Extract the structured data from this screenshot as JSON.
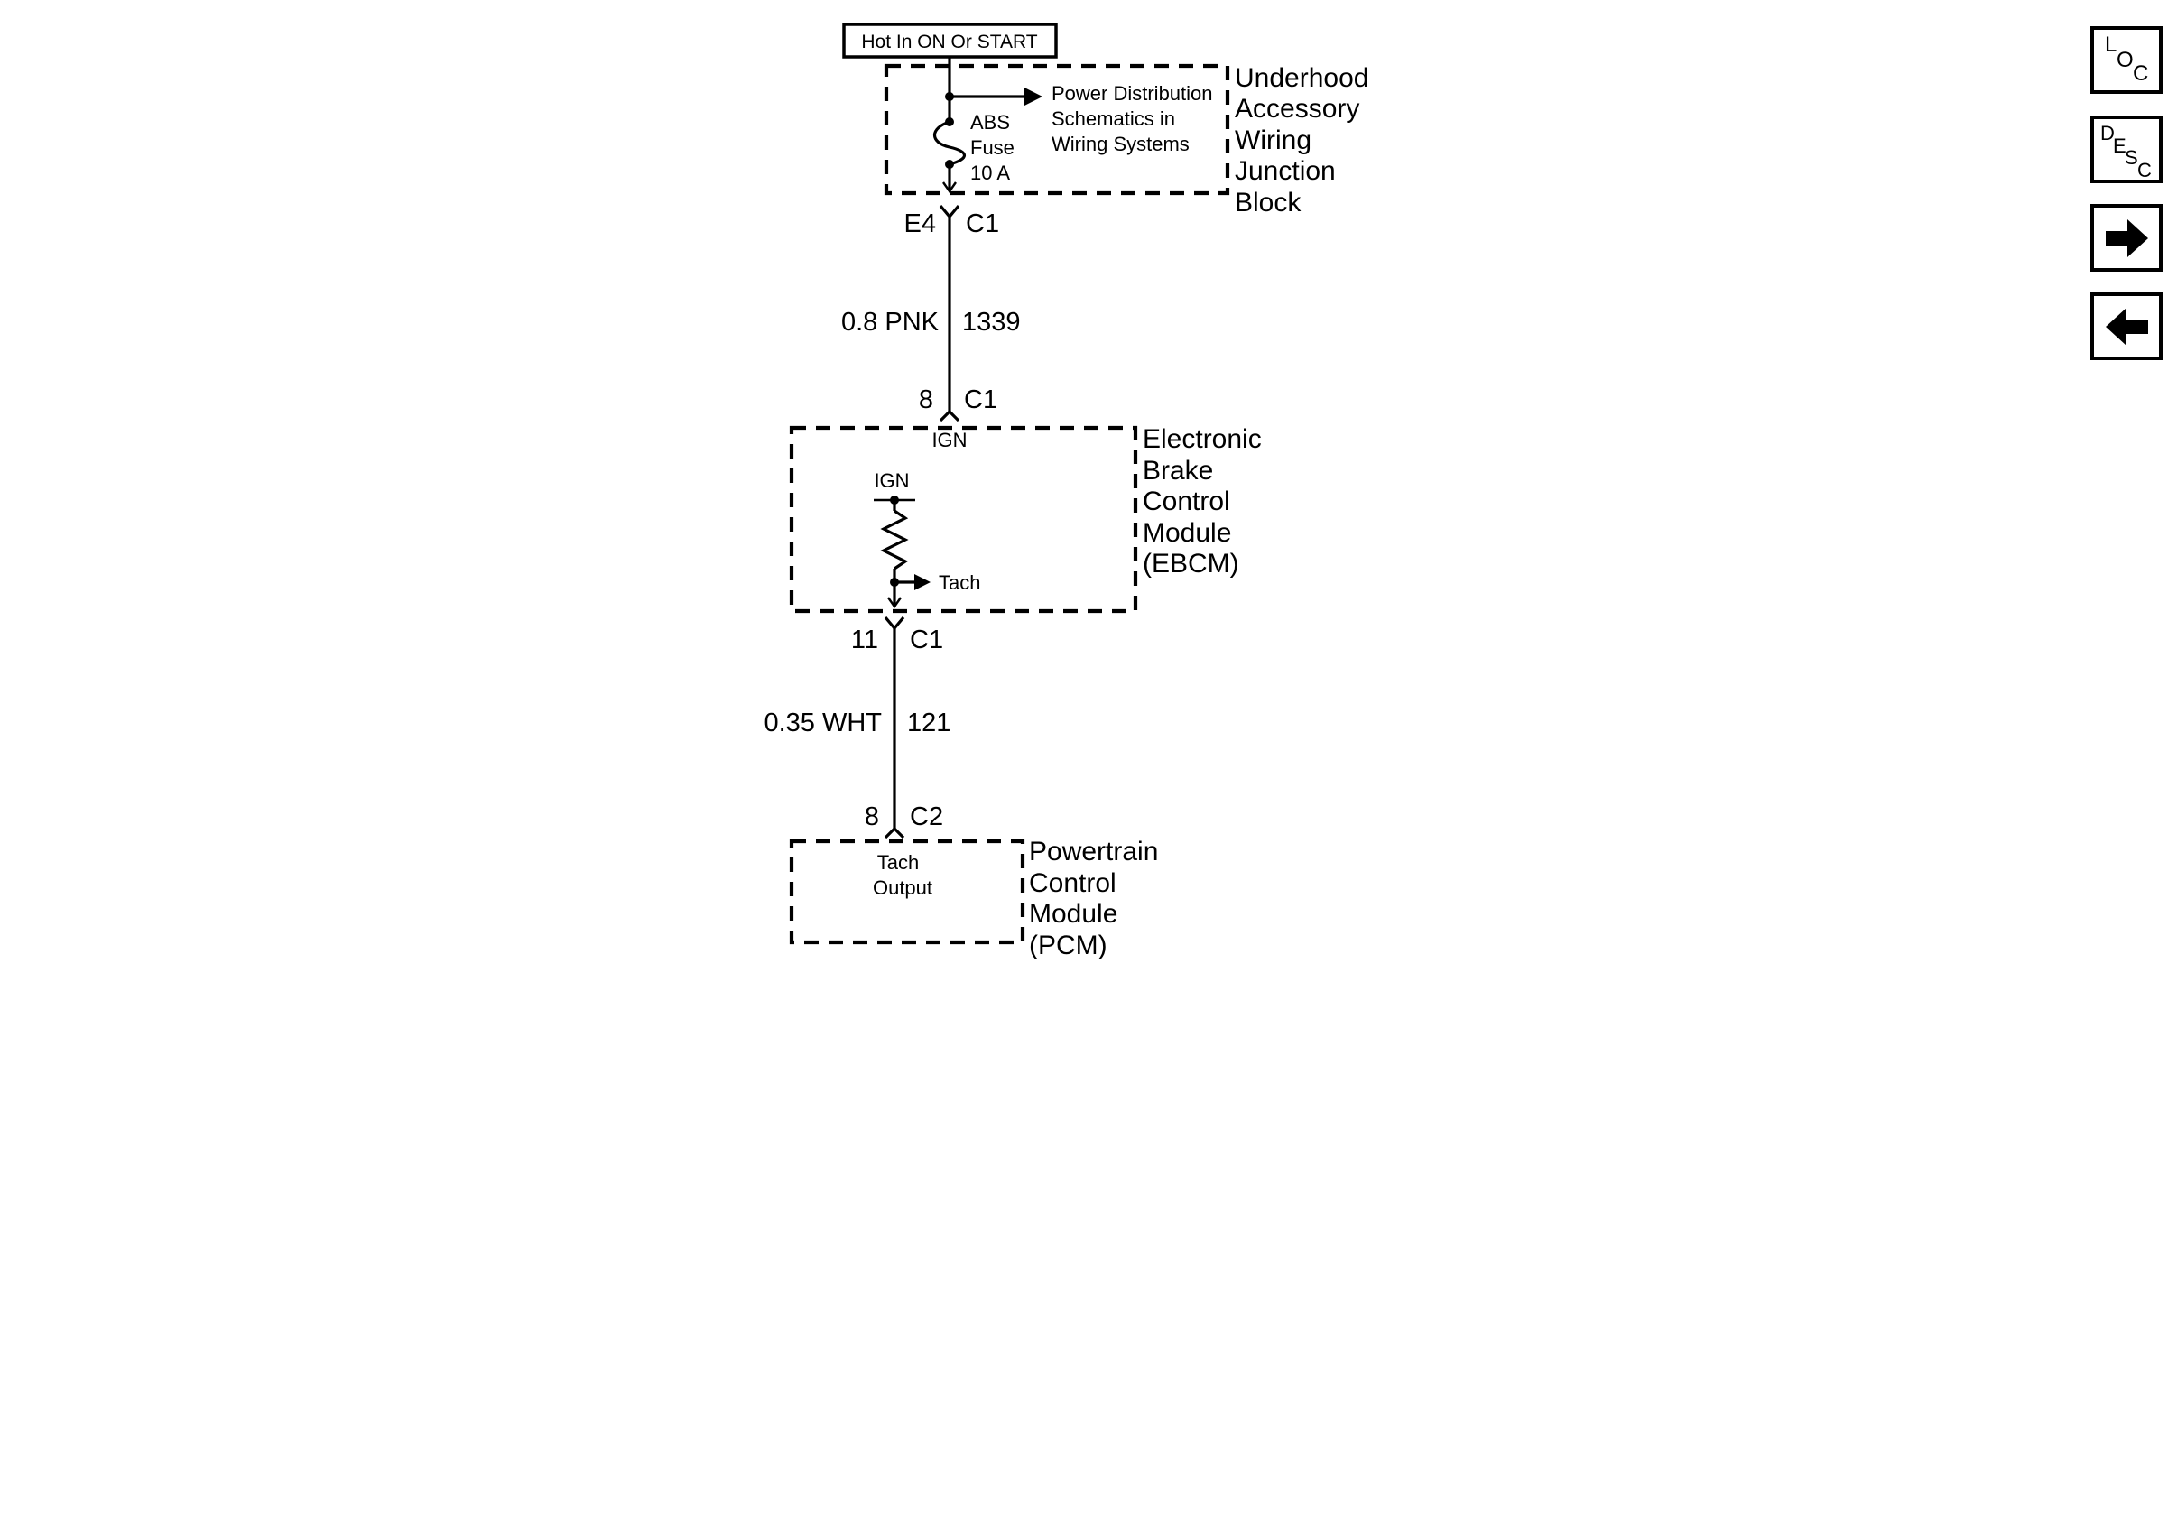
{
  "power_label": "Hot In ON Or START",
  "underhood_block": {
    "name_lines": [
      "Underhood",
      "Accessory",
      "Wiring",
      "Junction",
      "Block"
    ],
    "fuse_lines": [
      "ABS",
      "Fuse",
      "10 A"
    ],
    "reference_lines": [
      "Power Distribution",
      "Schematics in",
      "Wiring Systems"
    ]
  },
  "connector_top": {
    "pin": "E4",
    "connector": "C1"
  },
  "wire_1": {
    "gauge_color": "0.8 PNK",
    "circuit": "1339"
  },
  "ebcm_input": {
    "pin": "8",
    "connector": "C1",
    "terminal": "IGN"
  },
  "ebcm": {
    "name_lines": [
      "Electronic",
      "Brake",
      "Control",
      "Module",
      "(EBCM)"
    ],
    "ign_label": "IGN",
    "tach_label": "Tach"
  },
  "ebcm_output": {
    "pin": "11",
    "connector": "C1"
  },
  "wire_2": {
    "gauge_color": "0.35 WHT",
    "circuit": "121"
  },
  "pcm_input": {
    "pin": "8",
    "connector": "C2"
  },
  "pcm": {
    "name_lines": [
      "Powertrain",
      "Control",
      "Module",
      "(PCM)"
    ],
    "terminal_lines": [
      "Tach",
      "Output"
    ]
  },
  "nav_buttons": [
    {
      "name": "loc",
      "glyphs": [
        "L",
        "O",
        "C"
      ]
    },
    {
      "name": "desc",
      "glyphs": [
        "D",
        "E",
        "S",
        "C"
      ]
    },
    {
      "name": "forward",
      "icon": "arrow-right-icon"
    },
    {
      "name": "back",
      "icon": "arrow-left-icon"
    }
  ]
}
